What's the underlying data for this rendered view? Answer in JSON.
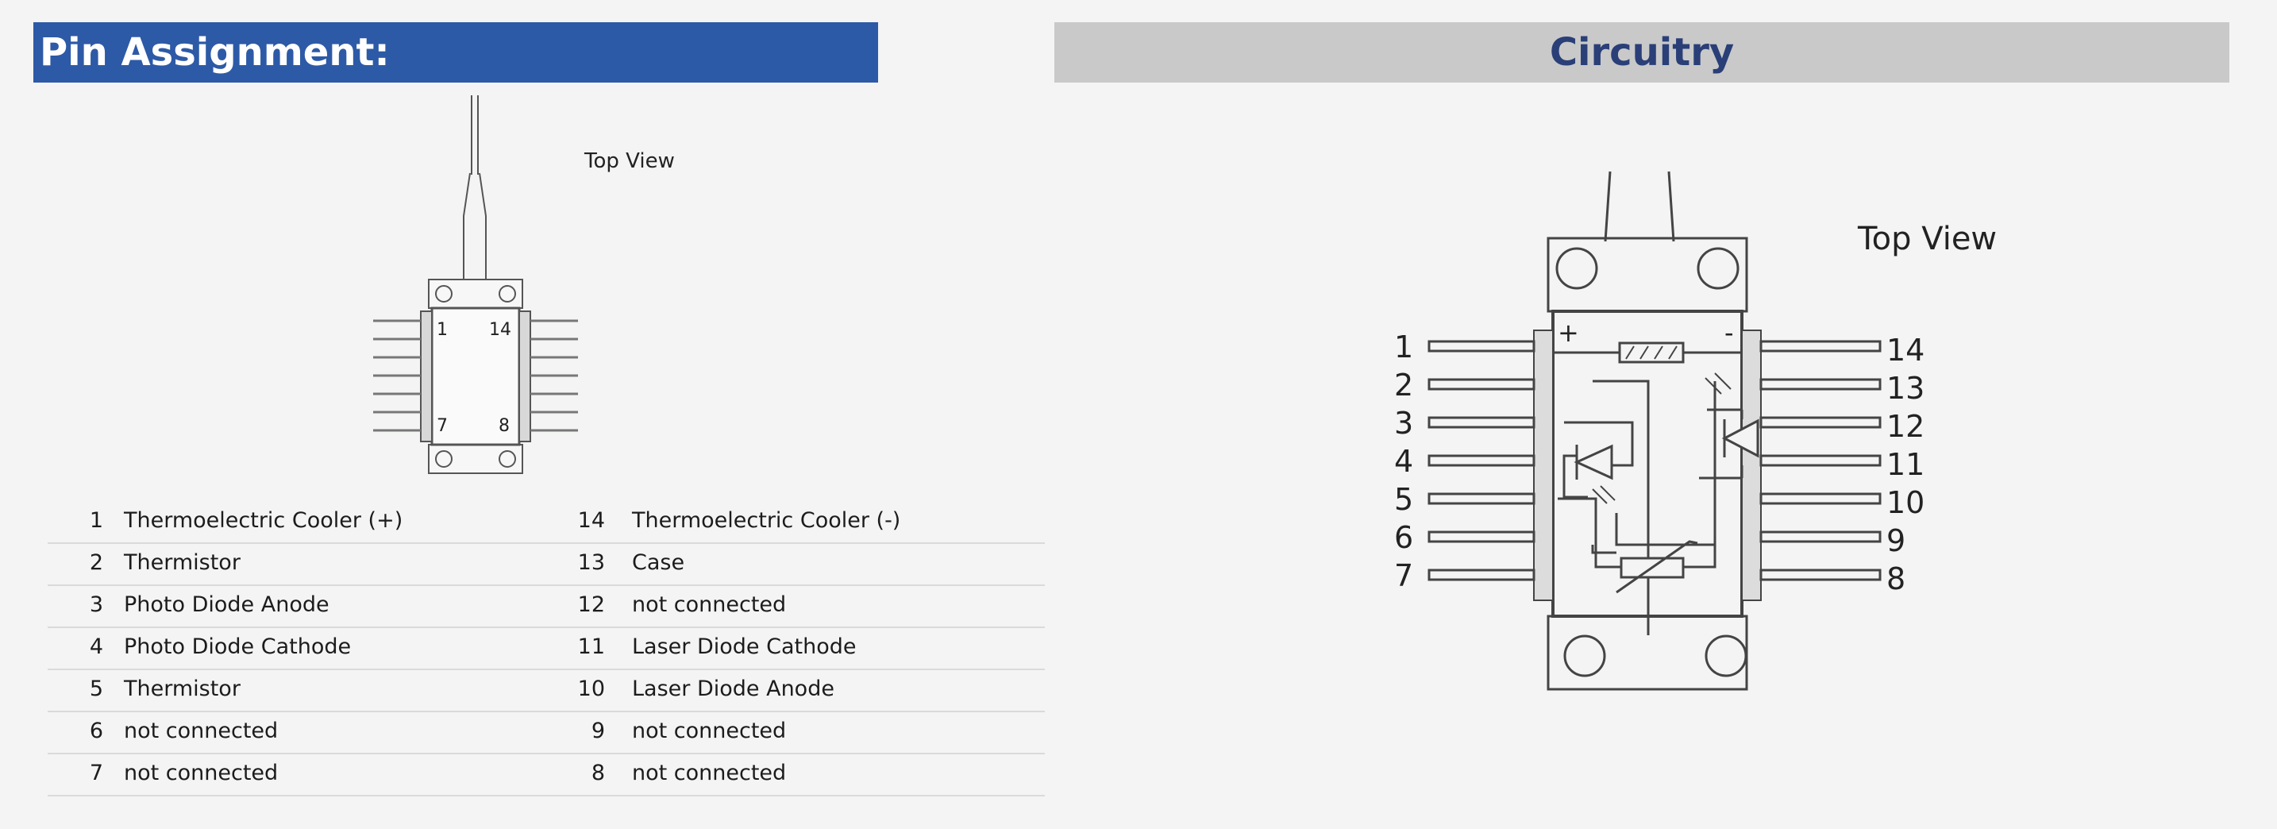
{
  "left_panel": {
    "title": "Pin Assignment:",
    "view_label": "Top View",
    "diagram_labels": {
      "pin_1": "1",
      "pin_14": "14",
      "pin_7": "7",
      "pin_8": "8"
    }
  },
  "right_panel": {
    "title": "Circuitry",
    "view_label": "Top View",
    "plus": "+",
    "minus": "-",
    "left_pins": [
      "1",
      "2",
      "3",
      "4",
      "5",
      "6",
      "7"
    ],
    "right_pins": [
      "14",
      "13",
      "12",
      "11",
      "10",
      "9",
      "8"
    ]
  },
  "pin_table": [
    {
      "left_num": "1",
      "left_label": "Thermoelectric Cooler (+)",
      "right_num": "14",
      "right_label": "Thermoelectric Cooler (-)"
    },
    {
      "left_num": "2",
      "left_label": "Thermistor",
      "right_num": "13",
      "right_label": "Case"
    },
    {
      "left_num": "3",
      "left_label": "Photo Diode Anode",
      "right_num": "12",
      "right_label": "not connected"
    },
    {
      "left_num": "4",
      "left_label": "Photo Diode Cathode",
      "right_num": "11",
      "right_label": "Laser Diode Cathode"
    },
    {
      "left_num": "5",
      "left_label": "Thermistor",
      "right_num": "10",
      "right_label": "Laser Diode Anode"
    },
    {
      "left_num": "6",
      "left_label": "not connected",
      "right_num": "9",
      "right_label": "not connected"
    },
    {
      "left_num": "7",
      "left_label": "not connected",
      "right_num": "8",
      "right_label": "not connected"
    }
  ]
}
